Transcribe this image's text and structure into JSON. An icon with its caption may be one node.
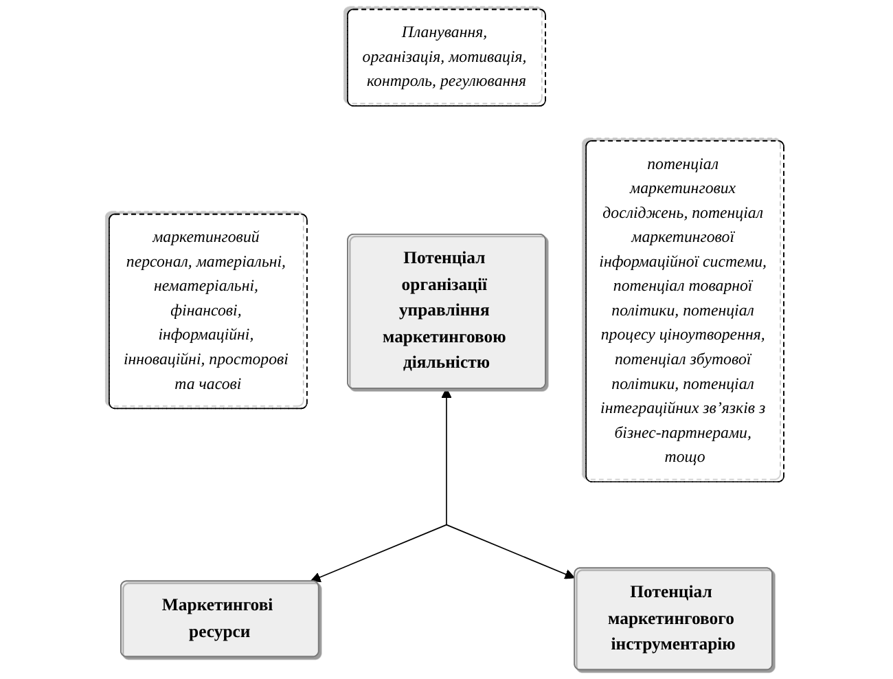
{
  "diagram": {
    "nodes": [
      {
        "text": [
          "Планування, організація, мотивація, контроль, регулювання"
        ]
      },
      {
        "text": [
          "Потенціал організації управління маркетинговою діяльністю"
        ]
      },
      {
        "text": [
          "маркетинговий персонал, матеріальні, нематеріальні, фінансові, інформаційні, інноваційні, просторові та часові"
        ]
      },
      {
        "text": [
          "потенціал маркетингових досліджень, потенціал маркетингової інформаційної системи, потенціал товарної політики, потенціал процесу ціноутворення, потенціал збутової політики, потенціал інтеграційних зв’язків з бізнес-партнерами, тощо"
        ]
      },
      {
        "text": [
          "Маркетингові ресурси"
        ]
      },
      {
        "text": [
          "Потенціал маркетингового інструментарію"
        ]
      }
    ],
    "edges": [
      {
        "from": null,
        "to": 1,
        "arrow": "to"
      },
      {
        "from": null,
        "to": 4,
        "arrow": "to"
      },
      {
        "from": null,
        "to": 5,
        "arrow": "to"
      }
    ]
  }
}
